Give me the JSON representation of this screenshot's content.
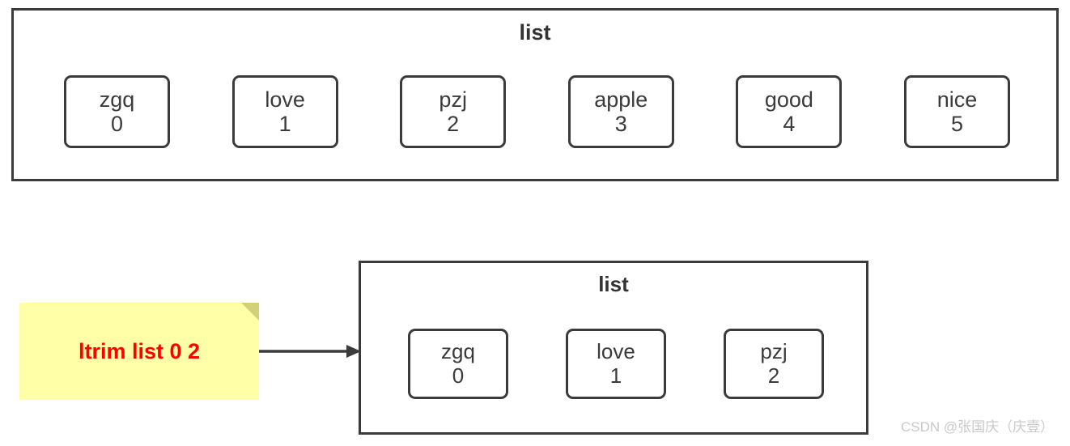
{
  "diagram": {
    "before": {
      "title": "list",
      "items": [
        {
          "value": "zgq",
          "index": "0"
        },
        {
          "value": "love",
          "index": "1"
        },
        {
          "value": "pzj",
          "index": "2"
        },
        {
          "value": "apple",
          "index": "3"
        },
        {
          "value": "good",
          "index": "4"
        },
        {
          "value": "nice",
          "index": "5"
        }
      ]
    },
    "command": {
      "text": "ltrim list 0 2",
      "text_color": "#ff0000",
      "note_color": "#ffffa8",
      "fold_color": "#d3d07a"
    },
    "after": {
      "title": "list",
      "items": [
        {
          "value": "zgq",
          "index": "0"
        },
        {
          "value": "love",
          "index": "1"
        },
        {
          "value": "pzj",
          "index": "2"
        }
      ]
    },
    "arrow": {
      "name": "arrow-right",
      "color": "#3b3b3b"
    },
    "watermark": "CSDN @张国庆（庆壹）",
    "colors": {
      "border": "#3b3b3b",
      "text": "#333333",
      "background": "#ffffff",
      "watermark": "#c9c9c9"
    }
  }
}
